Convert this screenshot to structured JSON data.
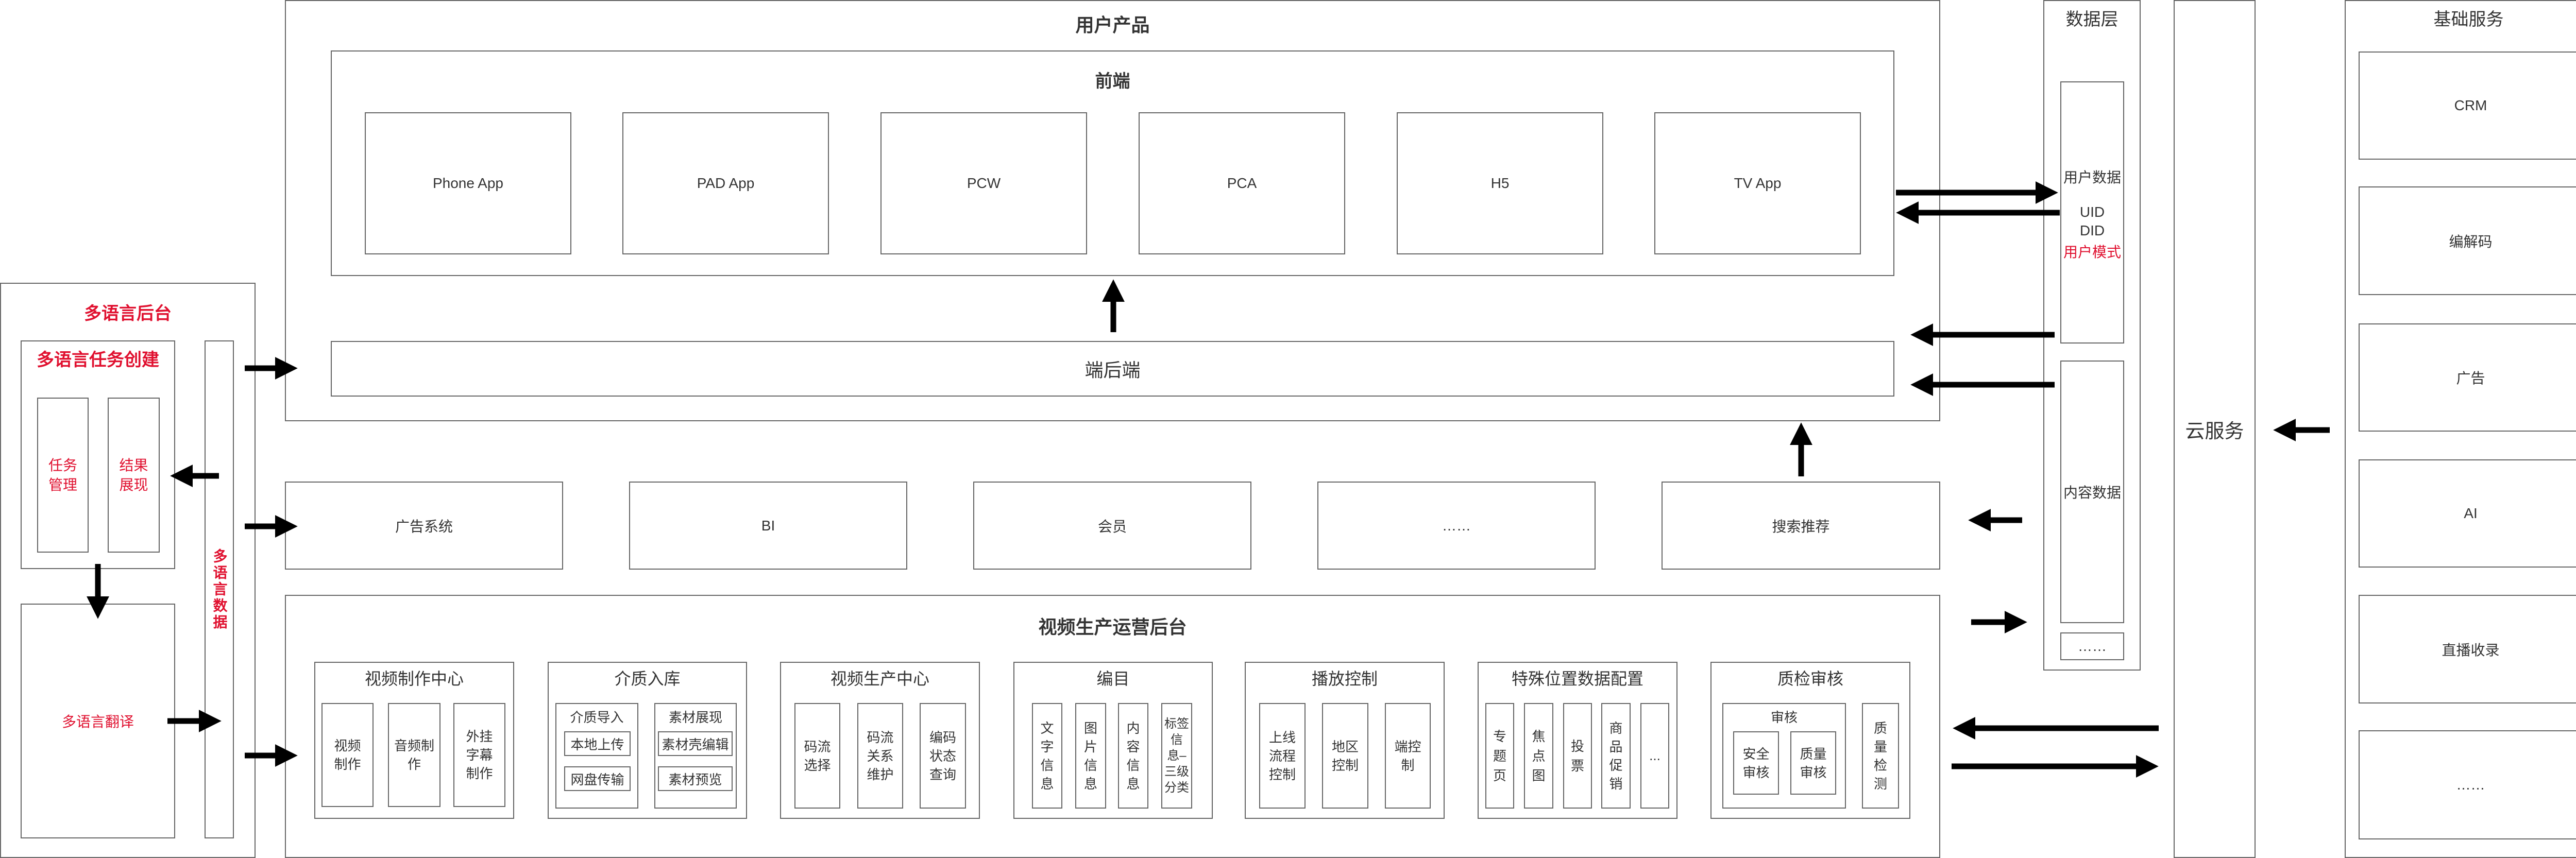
{
  "user_product": {
    "title": "用户产品",
    "frontend": {
      "title": "前端",
      "apps": [
        "Phone App",
        "PAD App",
        "PCW",
        "PCA",
        "H5",
        "TV App"
      ]
    },
    "backend_label": "端后端"
  },
  "middle_services": [
    "广告系统",
    "BI",
    "会员",
    "……",
    "搜索推荐"
  ],
  "data_layer": {
    "title": "数据层",
    "user_data": {
      "title": "用户数据",
      "lines": [
        "UID",
        "DID"
      ],
      "highlight": "用户模式"
    },
    "content_data": "内容数据",
    "more": "……"
  },
  "cloud": "云服务",
  "basic_services": {
    "title": "基础服务",
    "items": [
      "CRM",
      "编解码",
      "广告",
      "AI",
      "直播收录",
      "……"
    ]
  },
  "multilang": {
    "title": "多语言后台",
    "task_create": "多语言任务创建",
    "task_manage": "任务管理",
    "result_show": "结果展现",
    "translate": "多语言翻译",
    "data": "多语言数据"
  },
  "ops": {
    "title": "视频生产运营后台",
    "groups": [
      {
        "title": "视频制作中心",
        "items": [
          "视频制作",
          "音频制作",
          "外挂字幕制作"
        ]
      },
      {
        "title": "介质入库",
        "sub1": {
          "title": "介质导入",
          "items": [
            "本地上传",
            "网盘传输"
          ]
        },
        "sub2": {
          "title": "素材展现",
          "items": [
            "素材壳编辑",
            "素材预览"
          ]
        }
      },
      {
        "title": "视频生产中心",
        "items": [
          "码流选择",
          "码流关系维护",
          "编码状态查询"
        ]
      },
      {
        "title": "编目",
        "items": [
          "文字信息",
          "图片信息",
          "内容信息",
          "标签信息–三级分类"
        ]
      },
      {
        "title": "播放控制",
        "items": [
          "上线流程控制",
          "地区控制",
          "端控制"
        ]
      },
      {
        "title": "特殊位置数据配置",
        "items": [
          "专题页",
          "焦点图",
          "投票",
          "商品促销",
          "..."
        ]
      },
      {
        "title": "质检审核",
        "audit": {
          "title": "审核",
          "items": [
            "安全审核",
            "质量审核"
          ]
        },
        "quality": "质量检测"
      }
    ]
  }
}
